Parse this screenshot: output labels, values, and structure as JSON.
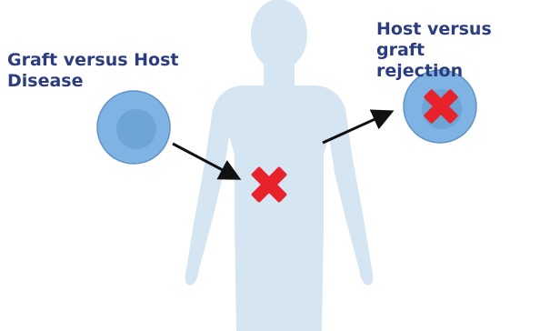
{
  "labels": {
    "gvhd": {
      "line1": "Graft versus Host",
      "line2": "Disease"
    },
    "hvg": {
      "line1": "Host versus graft",
      "line2": "rejection"
    }
  },
  "icons": {
    "body": "human-body-silhouette",
    "donor_cell": "cell",
    "rejected_cell": "cell",
    "attack_mark": "x-mark",
    "arrows": "arrow"
  },
  "colors": {
    "text": "#2b3d7e",
    "silhouette": "#d6e5f2",
    "cell_fill": "#7fb3e3",
    "cell_core": "#6ea4d6",
    "cell_edge": "#5f93c8",
    "x_mark": "#e8222b",
    "arrow": "#111111",
    "background": "#ffffff"
  }
}
